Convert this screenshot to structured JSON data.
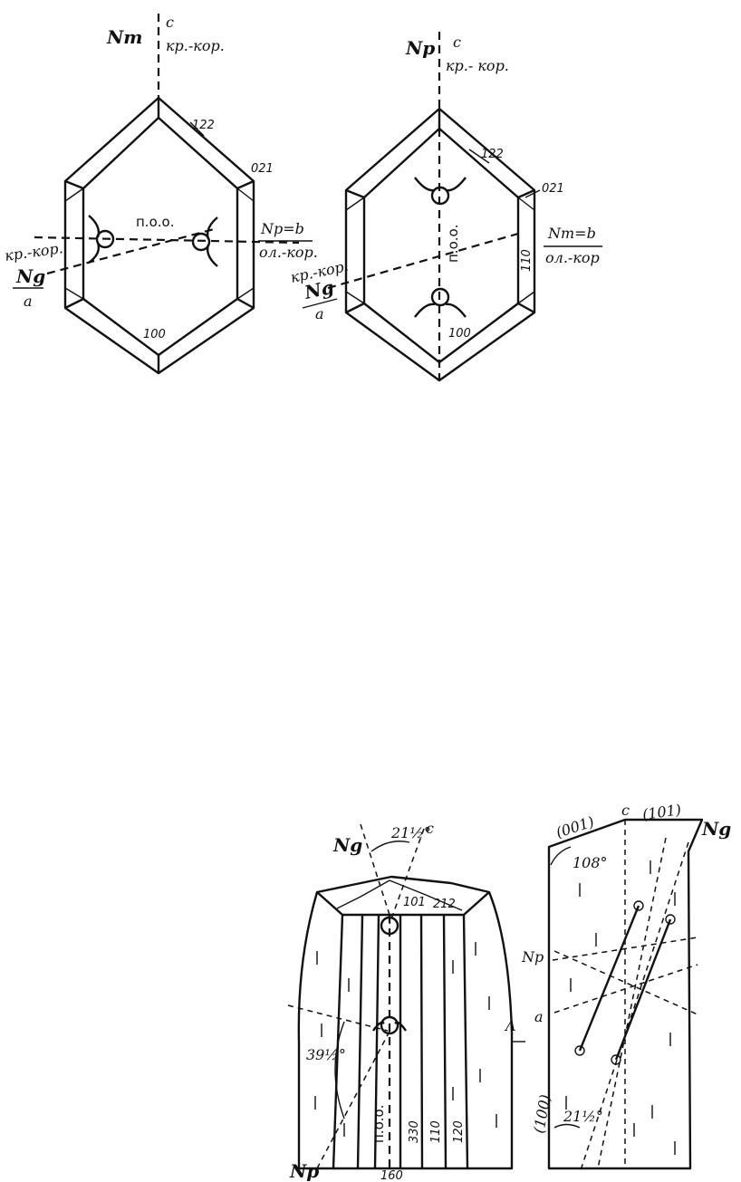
{
  "fig1": {
    "nm": "Nm",
    "c": "c",
    "krkor_top": "кр.-кор.",
    "f122": "122",
    "f021": "021",
    "f100": "100",
    "poo": "п.о.о.",
    "np_b": "Np=b",
    "olkor": "ол.-кор.",
    "krkor_left": "кр.-кор.",
    "ng": "Ng",
    "a": "a"
  },
  "fig2": {
    "np": "Np",
    "c": "c",
    "krkor_top": "кр.- кор.",
    "f122": "122",
    "f021": "021",
    "f110": "110",
    "f100": "100",
    "poo": "п.о.о.",
    "nm_b": "Nm=b",
    "olkor": "ол.-кор",
    "krkor_left": "кр.-кор.",
    "ng": "Ng",
    "a": "a"
  },
  "fig3": {
    "ng": "Ng",
    "angle_top": "21½°",
    "c": "c",
    "f101": "101",
    "f212": "212",
    "angle_left": "39½°",
    "poo": "п.о.о.",
    "f330": "330",
    "f110": "110",
    "f120": "120",
    "lambda": "Λ",
    "np": "Np",
    "f160": "160"
  },
  "fig4": {
    "f001": "(001)",
    "c": "c",
    "f101": "(101)",
    "ng": "Ng",
    "angle_108": "108°",
    "np": "Np",
    "a": "a",
    "f100": "(100)",
    "angle_bottom": "21½°"
  }
}
